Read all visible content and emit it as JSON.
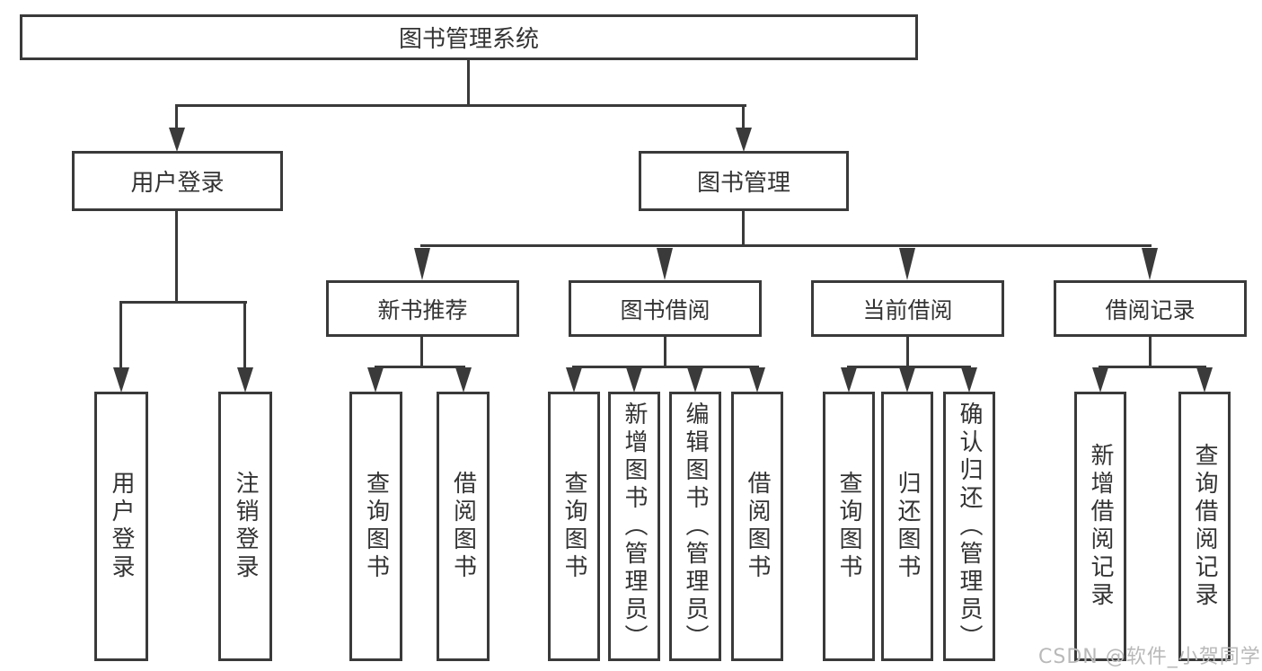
{
  "diagram_title": "图书管理系统",
  "colors": {
    "line": "#3a3a3a",
    "text": "#333333",
    "background": "#ffffff",
    "watermark": "#b9b9b9"
  },
  "nodes": {
    "root": {
      "label": "图书管理系统"
    },
    "level2": [
      {
        "label": "用户登录"
      },
      {
        "label": "图书管理"
      }
    ],
    "level3": [
      {
        "label": "新书推荐",
        "parent": "图书管理"
      },
      {
        "label": "图书借阅",
        "parent": "图书管理"
      },
      {
        "label": "当前借阅",
        "parent": "图书管理"
      },
      {
        "label": "借阅记录",
        "parent": "图书管理"
      }
    ],
    "leaves": [
      {
        "label": "用户登录",
        "parent": "用户登录"
      },
      {
        "label": "注销登录",
        "parent": "用户登录"
      },
      {
        "label": "查询图书",
        "parent": "新书推荐"
      },
      {
        "label": "借阅图书",
        "parent": "新书推荐"
      },
      {
        "label": "查询图书",
        "parent": "图书借阅"
      },
      {
        "label": "新增图书（管理员）",
        "parent": "图书借阅"
      },
      {
        "label": "编辑图书（管理员）",
        "parent": "图书借阅"
      },
      {
        "label": "借阅图书",
        "parent": "图书借阅"
      },
      {
        "label": "查询图书",
        "parent": "当前借阅"
      },
      {
        "label": "归还图书",
        "parent": "当前借阅"
      },
      {
        "label": "确认归还（管理员）",
        "parent": "当前借阅"
      },
      {
        "label": "新增借阅记录",
        "parent": "借阅记录"
      },
      {
        "label": "查询借阅记录",
        "parent": "借阅记录"
      }
    ]
  },
  "watermark": {
    "text": "CSDN @软件_小贺同学"
  }
}
